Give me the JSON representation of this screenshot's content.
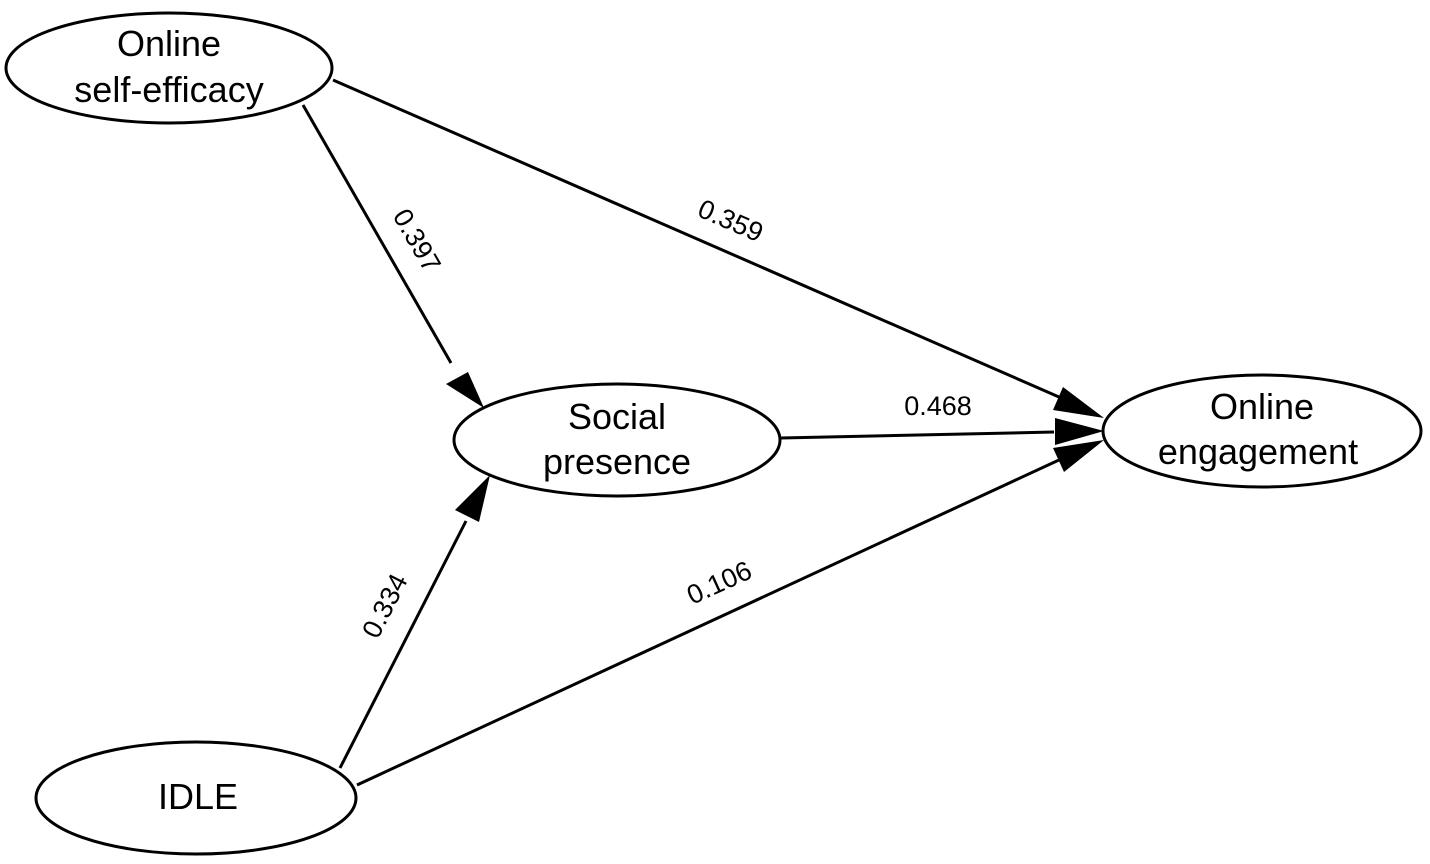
{
  "nodes": {
    "self_efficacy": {
      "lines": [
        "Online",
        "self-efficacy"
      ]
    },
    "social_presence": {
      "lines": [
        "Social",
        "presence"
      ]
    },
    "engagement": {
      "lines": [
        "Online",
        "engagement"
      ]
    },
    "idle": {
      "lines": [
        "IDLE"
      ]
    }
  },
  "edges": {
    "se_to_sp": {
      "from": "Online self-efficacy",
      "to": "Social presence",
      "coefficient": "0.397"
    },
    "se_to_eng": {
      "from": "Online self-efficacy",
      "to": "Online engagement",
      "coefficient": "0.359"
    },
    "sp_to_eng": {
      "from": "Social presence",
      "to": "Online engagement",
      "coefficient": "0.468"
    },
    "idle_to_sp": {
      "from": "IDLE",
      "to": "Social presence",
      "coefficient": "0.334"
    },
    "idle_to_eng": {
      "from": "IDLE",
      "to": "Online engagement",
      "coefficient": "0.106"
    }
  }
}
